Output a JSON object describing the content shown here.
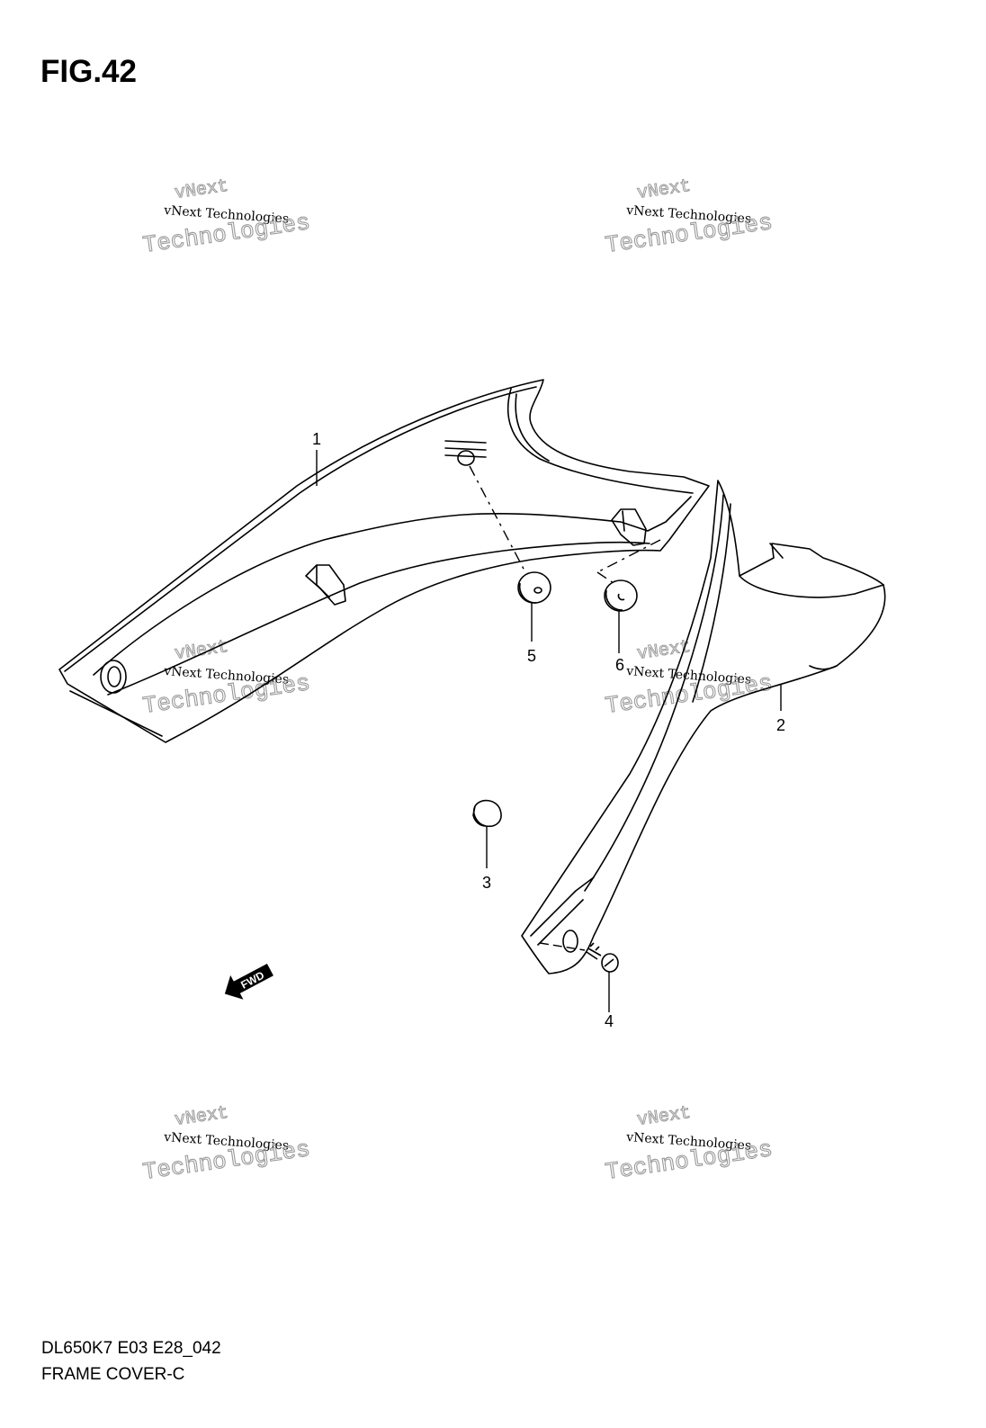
{
  "figure": {
    "title": "FIG.42"
  },
  "callouts": [
    {
      "id": "1",
      "label": "1"
    },
    {
      "id": "2",
      "label": "2"
    },
    {
      "id": "3",
      "label": "3"
    },
    {
      "id": "4",
      "label": "4"
    },
    {
      "id": "5",
      "label": "5"
    },
    {
      "id": "6",
      "label": "6"
    }
  ],
  "watermark": {
    "line_small": "vNext Technologies",
    "line_top": "vNext",
    "line_bottom": "Technologies"
  },
  "fwd_arrow": {
    "label": "FWD"
  },
  "footer": {
    "model_code": "DL650K7 E03 E28_042",
    "caption": "FRAME COVER-C"
  },
  "colors": {
    "line": "#000000",
    "watermark": "#9a9a9a",
    "background": "#ffffff"
  }
}
